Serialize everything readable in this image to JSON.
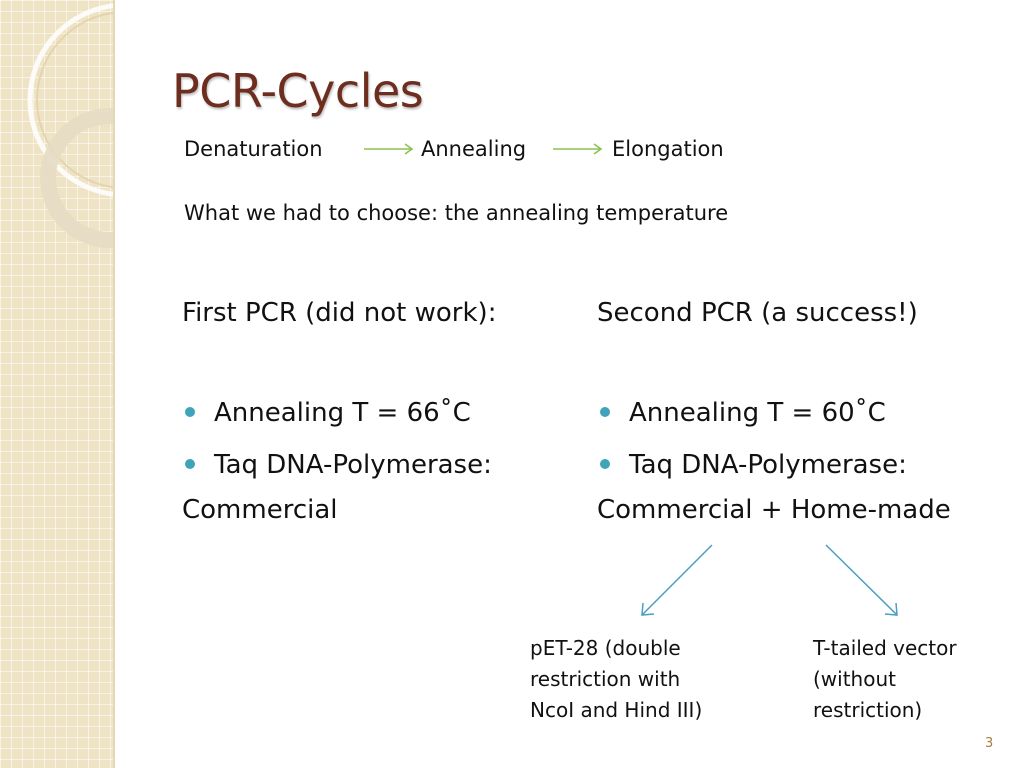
{
  "slide": {
    "title": "PCR-Cycles",
    "steps": [
      "Denaturation",
      "Annealing",
      "Elongation"
    ],
    "choose_line": "What we had to choose: the annealing temperature",
    "columns": [
      {
        "heading": "First PCR (did not work):",
        "bullets": [
          "Annealing T = 66˚C",
          "Taq DNA-Polymerase:"
        ],
        "enzyme": "Commercial"
      },
      {
        "heading": "Second PCR (a success!)",
        "bullets": [
          "Annealing T = 60˚C",
          "Taq DNA-Polymerase:"
        ],
        "enzyme": "Commercial + Home-made"
      }
    ],
    "notes": [
      {
        "lines": [
          "pET-28 (double",
          "restriction with",
          "NcoI and Hind III)"
        ]
      },
      {
        "lines": [
          "T-tailed vector",
          "(without",
          "restriction)"
        ]
      }
    ],
    "page_number": "3"
  },
  "colors": {
    "title": "#6e2e1f",
    "bullet": "#3fa3b9",
    "step_arrow": "#8cc152",
    "branch_arrow": "#4a9ec4",
    "background_band": "#efe3c6"
  },
  "icons": [
    "right-arrow-icon",
    "diagonal-arrow-icon",
    "bullet-dot-icon"
  ]
}
